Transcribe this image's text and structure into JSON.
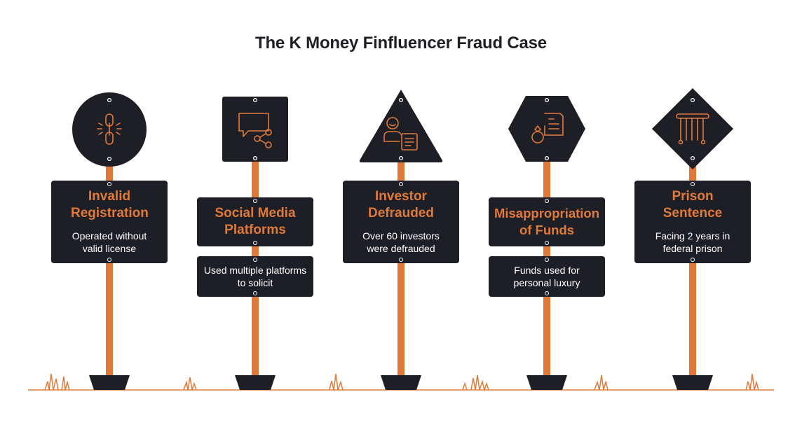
{
  "title": "The K Money Finfluencer Fraud Case",
  "colors": {
    "dark": "#1e1f26",
    "accent": "#e07a3a",
    "text_light": "#ffffff",
    "background": "#ffffff"
  },
  "signs": [
    {
      "shape": "circle",
      "icon": "broken-chain-icon",
      "heading": "Invalid Registration",
      "description": "Operated without valid license"
    },
    {
      "shape": "square",
      "icon": "chat-share-icon",
      "heading": "Social Media Platforms",
      "description": "Used multiple platforms to solicit"
    },
    {
      "shape": "triangle",
      "icon": "person-document-icon",
      "heading": "Investor Defrauded",
      "description": "Over 60 investors were defrauded"
    },
    {
      "shape": "hexagon",
      "icon": "ring-document-icon",
      "heading": "Misappropriation of Funds",
      "description": "Funds used for personal luxury"
    },
    {
      "shape": "diamond",
      "icon": "prison-bars-icon",
      "heading": "Prison Sentence",
      "description": "Facing 2 years in federal prison"
    }
  ]
}
